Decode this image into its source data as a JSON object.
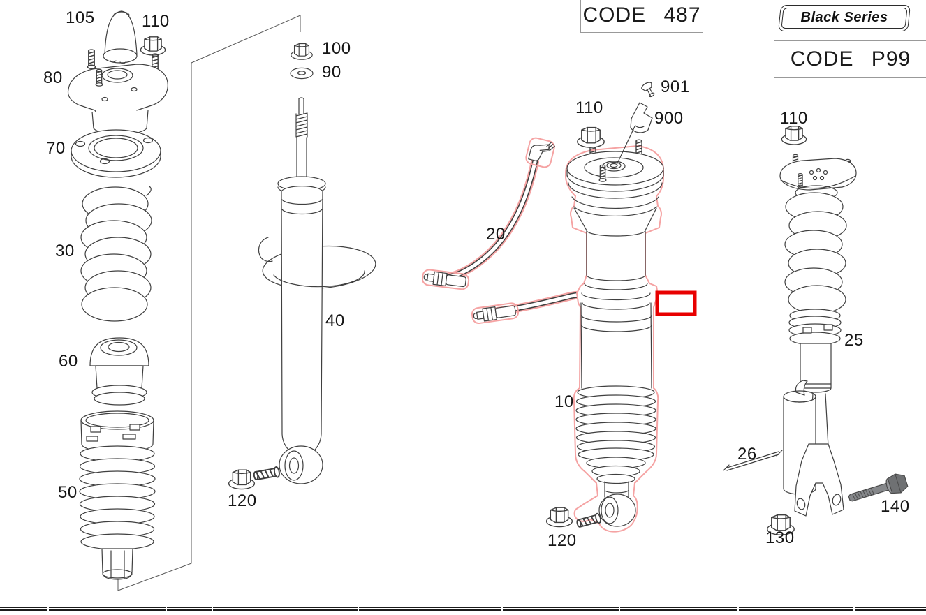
{
  "codes": {
    "center": "CODE 487",
    "right_badge": "Black Series",
    "right": "CODE P99"
  },
  "labels": [
    "105",
    "110",
    "80",
    "70",
    "30",
    "60",
    "50",
    "100",
    "90",
    "40",
    "120",
    "110",
    "901",
    "900",
    "20",
    "10",
    "120",
    "110",
    "25",
    "26",
    "140",
    "130"
  ],
  "highlight": {
    "selected_region_color": "#e80000",
    "selected_part_outline_color": "#f5a3a3",
    "selected_part": "10"
  },
  "colors": {
    "line_art": "#3f3f3f",
    "divider": "#909090",
    "bolt_gray": "#85878a"
  }
}
